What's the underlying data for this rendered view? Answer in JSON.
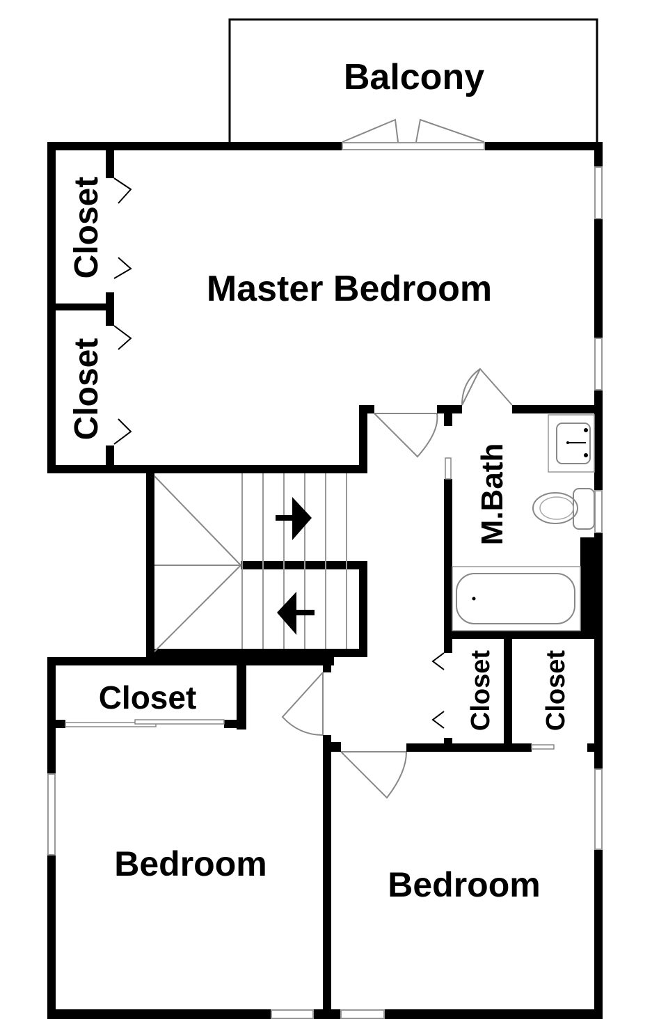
{
  "floor_plan": {
    "rooms": {
      "balcony": {
        "label": "Balcony"
      },
      "master_bedroom": {
        "label": "Master Bedroom"
      },
      "master_closet_1": {
        "label": "Closet"
      },
      "master_closet_2": {
        "label": "Closet"
      },
      "master_bath": {
        "label": "M.Bath"
      },
      "hall_closet_1": {
        "label": "Closet"
      },
      "hall_closet_2": {
        "label": "Closet"
      },
      "bedroom_1_closet": {
        "label": "Closet"
      },
      "bedroom_1": {
        "label": "Bedroom"
      },
      "bedroom_2": {
        "label": "Bedroom"
      }
    },
    "stairs": {
      "up_arrow": "right-arrow",
      "down_arrow": "left-arrow"
    },
    "colors": {
      "wall": "#000000",
      "background": "#ffffff",
      "fixture_line": "#888888"
    }
  }
}
